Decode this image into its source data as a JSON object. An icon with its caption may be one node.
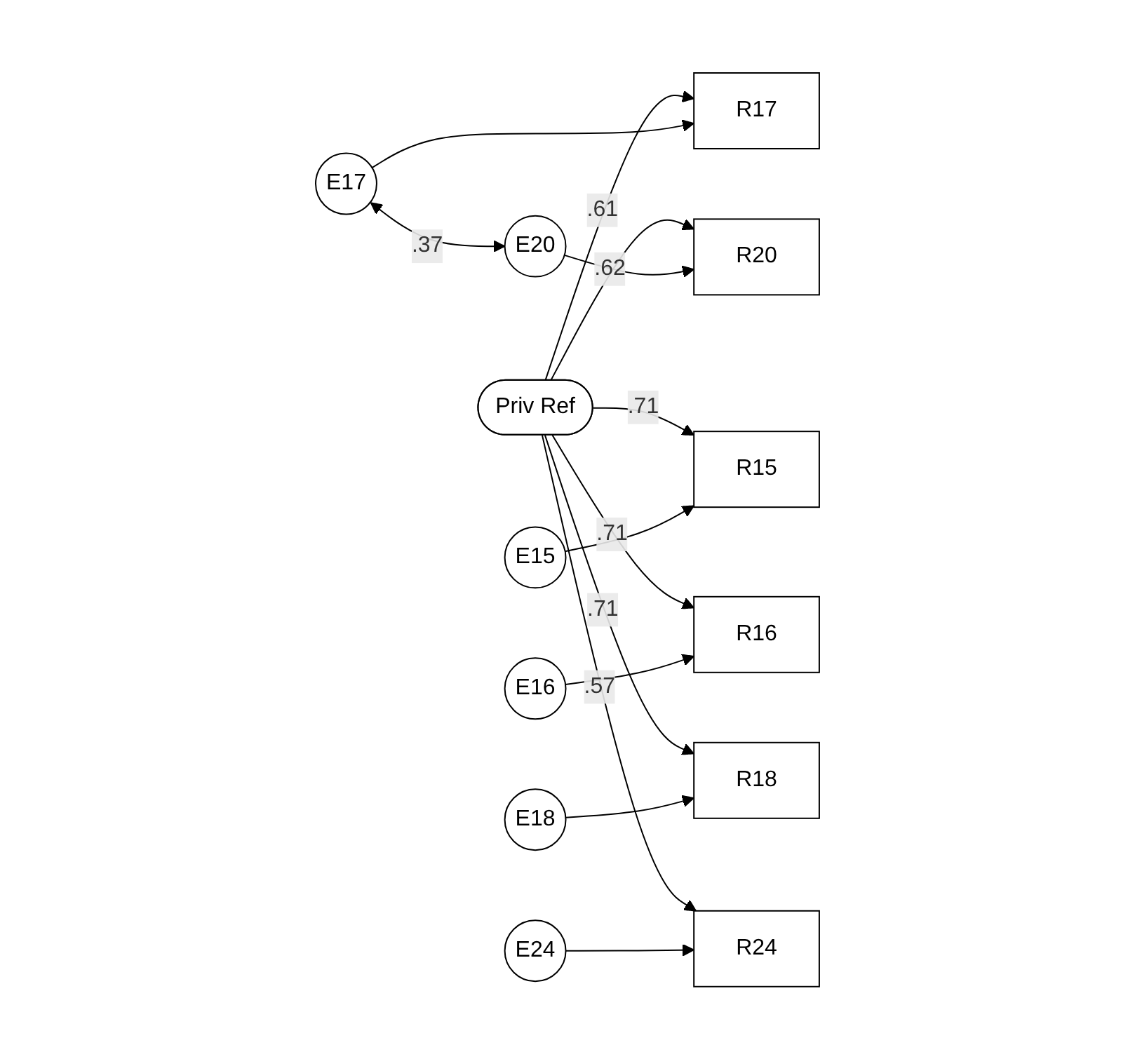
{
  "diagram": {
    "nodes": [
      {
        "text": [
          "Priv Ref"
        ]
      },
      {
        "text": [
          "R15"
        ]
      },
      {
        "text": [
          "R16"
        ]
      },
      {
        "text": [
          "R17"
        ]
      },
      {
        "text": [
          "R18"
        ]
      },
      {
        "text": [
          "R20"
        ]
      },
      {
        "text": [
          "R24"
        ]
      },
      {
        "text": [
          "E15"
        ]
      },
      {
        "text": [
          "E16"
        ]
      },
      {
        "text": [
          "E17"
        ]
      },
      {
        "text": [
          "E18"
        ]
      },
      {
        "text": [
          "E20"
        ]
      },
      {
        "text": [
          "E24"
        ]
      }
    ],
    "edges": [
      {
        "from": 0,
        "to": 1,
        "arrow": "to",
        "label": ".71"
      },
      {
        "from": 0,
        "to": 2,
        "arrow": "to",
        "label": ".71"
      },
      {
        "from": 0,
        "to": 3,
        "arrow": "to",
        "label": ".61"
      },
      {
        "from": 0,
        "to": 4,
        "arrow": "to",
        "label": ".71"
      },
      {
        "from": 0,
        "to": 5,
        "arrow": "to",
        "label": ".62"
      },
      {
        "from": 0,
        "to": 6,
        "arrow": "to",
        "label": ".57"
      },
      {
        "from": 7,
        "to": 1,
        "arrow": "to"
      },
      {
        "from": 8,
        "to": 2,
        "arrow": "to"
      },
      {
        "from": 9,
        "to": 3,
        "arrow": "to"
      },
      {
        "from": 10,
        "to": 4,
        "arrow": "to"
      },
      {
        "from": 11,
        "to": 5,
        "arrow": "to"
      },
      {
        "from": 12,
        "to": 6,
        "arrow": "to"
      },
      {
        "from": 9,
        "to": 11,
        "arrow": "both",
        "label": ".37"
      }
    ]
  }
}
